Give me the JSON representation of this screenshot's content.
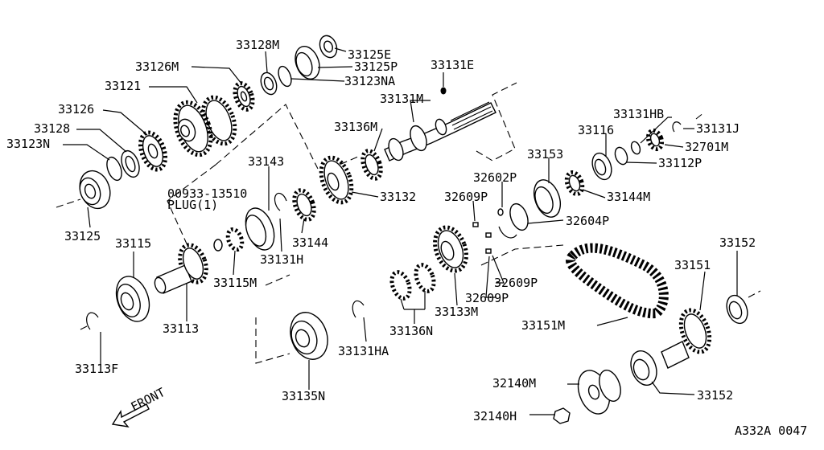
{
  "diagram": {
    "labels": {
      "p33128M": "33128M",
      "p33125E": "33125E",
      "p33126M": "33126M",
      "p33125P": "33125P",
      "p33131E": "33131E",
      "p33121": "33121",
      "p33123NA": "33123NA",
      "p33131M": "33131M",
      "p33126": "33126",
      "p33128": "33128",
      "p33123N": "33123N",
      "p33131HB": "33131HB",
      "p33131J": "33131J",
      "p33116": "33116",
      "p32701M": "32701M",
      "p33136M": "33136M",
      "p33153": "33153",
      "p33112P": "33112P",
      "p33143": "33143",
      "p32602P": "32602P",
      "p00933_line1": "00933-13510",
      "p00933_line2": "PLUG(1)",
      "p33132": "33132",
      "p32609P_a": "32609P",
      "p33144M": "33144M",
      "p32604P": "32604P",
      "p33125": "33125",
      "p33115": "33115",
      "p33144": "33144",
      "p33152_a": "33152",
      "p33151": "33151",
      "p33131H": "33131H",
      "p33115M": "33115M",
      "p32609P_b": "32609P",
      "p32609P_c": "32609P",
      "p33133M": "33133M",
      "p33113": "33113",
      "p33151M": "33151M",
      "p33136N": "33136N",
      "p33131HA": "33131HA",
      "p33113F": "33113F",
      "p32140M": "32140M",
      "p33152_b": "33152",
      "p33135N": "33135N",
      "front": "FRONT",
      "p32140H": "32140H",
      "diagram_code": "A332A 0047"
    }
  }
}
